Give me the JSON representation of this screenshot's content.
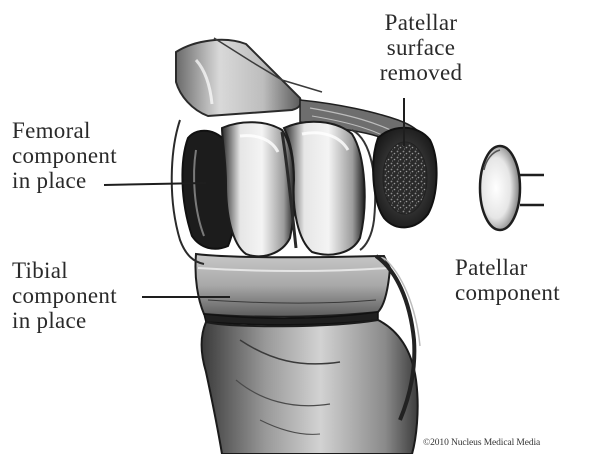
{
  "labels": {
    "femoral": "Femoral\ncomponent\nin place",
    "tibial": "Tibial\ncomponent\nin place",
    "patellar_surface": "Patellar\nsurface\nremoved",
    "patellar_component": "Patellar\ncomponent"
  },
  "copyright": "©2010 Nucleus Medical Media",
  "colors": {
    "ink": "#1c1c1c",
    "shade": "#5a5a5a",
    "light": "#d8d8d8",
    "background": "#ffffff"
  }
}
